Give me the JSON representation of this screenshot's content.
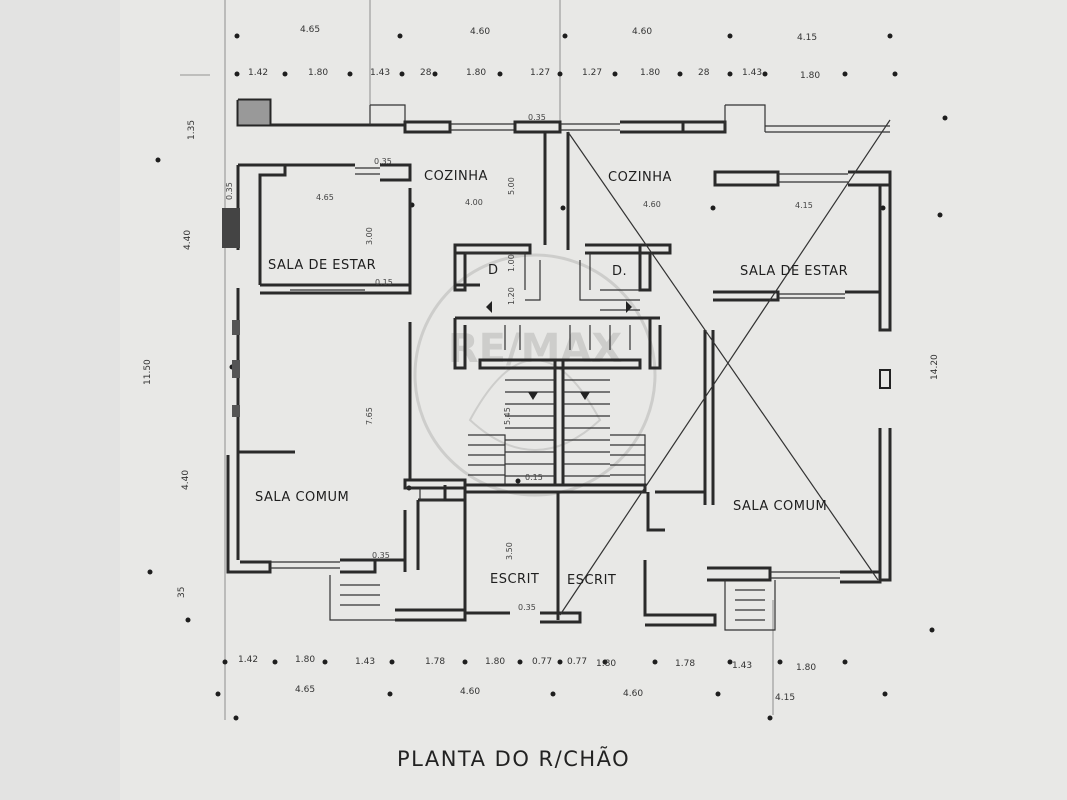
{
  "title": "PLANTA DO R/CHÃO",
  "rooms": {
    "cozinha_left": "COZINHA",
    "cozinha_right": "COZINHA",
    "sala_estar_left": "SALA DE ESTAR",
    "sala_estar_right": "SALA DE ESTAR",
    "sala_comum_left": "SALA COMUM",
    "sala_comum_right": "SALA COMUM",
    "escrit_left": "ESCRIT",
    "escrit_right": "ESCRIT",
    "d_left": "D",
    "d_right": "D."
  },
  "top_dims_row1": [
    "4.65",
    "4.60",
    "4.60",
    "4.15"
  ],
  "top_dims_row2": [
    "1.42",
    "1.80",
    "1.43",
    "28",
    "1.80",
    "1.27",
    "1.27",
    "1.80",
    "28",
    "1.43",
    "1.80"
  ],
  "bottom_dims_row1": [
    "1.42",
    "1.80",
    "1.43",
    "1.78",
    "1.80",
    "0.77",
    "0.77",
    "1.80",
    "1.78",
    "1.43",
    "1.80"
  ],
  "bottom_dims_row2": [
    "4.65",
    "4.60",
    "4.60",
    "4.15"
  ],
  "left_dims": [
    "1.35",
    "4.40",
    "11.50",
    "4.40",
    "35"
  ],
  "right_dims": [
    "14.20"
  ],
  "inner_dims": {
    "d035_a": "0.35",
    "d035_b": "0.35",
    "d015_a": "0.15",
    "d035_c": "0.35",
    "d015_b": "0.15",
    "d035_d": "0.35",
    "d465": "4.65",
    "d300": "3.00",
    "d400": "4.00",
    "d500": "5.00",
    "d460": "4.60",
    "d415": "4.15",
    "d765": "7.65",
    "d350": "3.50",
    "d545": "5.45",
    "d100": "1.00",
    "d120": "1.20",
    "d035_e": "0.35"
  },
  "watermark": "RE/MAX"
}
